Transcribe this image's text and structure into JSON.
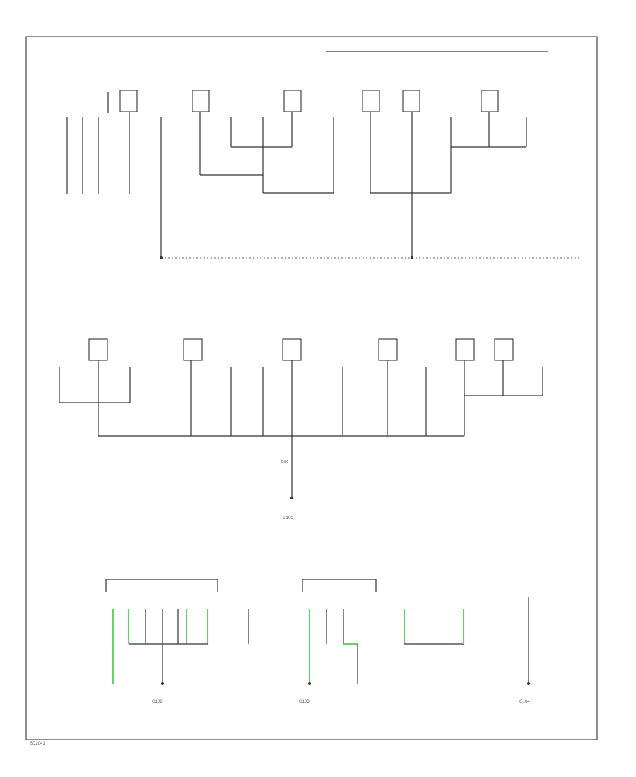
{
  "footer": {
    "id": "SD2041"
  },
  "ground_points": {
    "g1": "G100",
    "g2": "G102",
    "g3": "G103",
    "g4": "G104"
  },
  "wire_color": "BLK",
  "colors": {
    "wire": "#333333",
    "shield": "#6ccf6c",
    "frame": "#444444"
  }
}
